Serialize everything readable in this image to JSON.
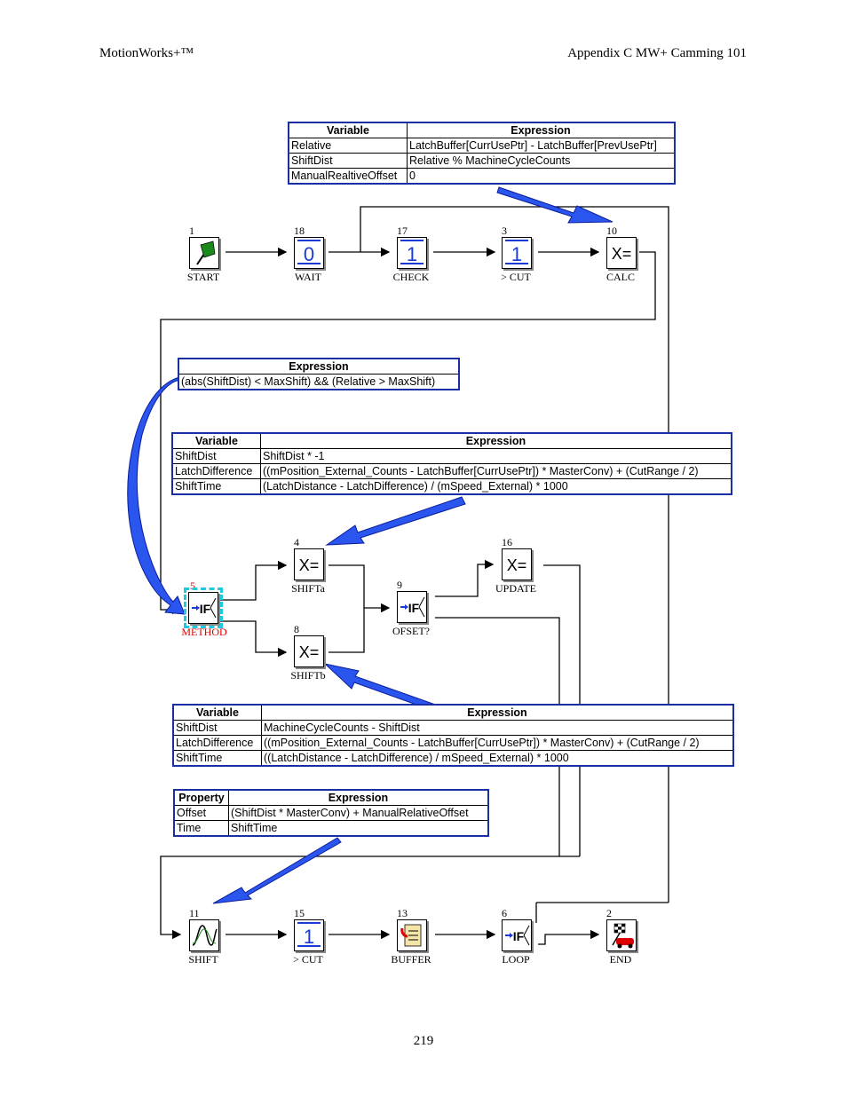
{
  "header": {
    "left": "MotionWorks+™",
    "right": "Appendix C MW+ Camming 101"
  },
  "page_number": "219",
  "table_calc": {
    "headers": [
      "Variable",
      "Expression"
    ],
    "rows": [
      [
        "Relative",
        "LatchBuffer[CurrUsePtr] - LatchBuffer[PrevUsePtr]"
      ],
      [
        "ShiftDist",
        "Relative % MachineCycleCounts"
      ],
      [
        "ManualRealtiveOffset",
        "0"
      ]
    ]
  },
  "table_method": {
    "headers": [
      "Expression"
    ],
    "rows": [
      [
        "(abs(ShiftDist) < MaxShift) && (Relative > MaxShift)"
      ]
    ]
  },
  "table_shifta": {
    "headers": [
      "Variable",
      "Expression"
    ],
    "rows": [
      [
        "ShiftDist",
        "ShiftDist * -1"
      ],
      [
        "LatchDifference",
        "((mPosition_External_Counts - LatchBuffer[CurrUsePtr]) * MasterConv) + (CutRange / 2)"
      ],
      [
        "ShiftTime",
        "(LatchDistance - LatchDifference) / (mSpeed_External) * 1000"
      ]
    ]
  },
  "table_shiftb": {
    "headers": [
      "Variable",
      "Expression"
    ],
    "rows": [
      [
        "ShiftDist",
        "MachineCycleCounts - ShiftDist"
      ],
      [
        "LatchDifference",
        "((mPosition_External_Counts - LatchBuffer[CurrUsePtr]) * MasterConv) + (CutRange / 2)"
      ],
      [
        "ShiftTime",
        "((LatchDistance - LatchDifference) / mSpeed_External) * 1000"
      ]
    ]
  },
  "table_shift": {
    "headers": [
      "Property",
      "Expression"
    ],
    "rows": [
      [
        "Offset",
        "(ShiftDist * MasterConv) + ManualRelativeOffset"
      ],
      [
        "Time",
        "ShiftTime"
      ]
    ]
  },
  "nodes": {
    "start": {
      "num": "1",
      "label": "START",
      "icon": "flag-icon"
    },
    "wait": {
      "num": "18",
      "label": "WAIT",
      "icon": "digit-zero-icon",
      "glyph": "0"
    },
    "check": {
      "num": "17",
      "label": "CHECK",
      "icon": "digit-one-icon",
      "glyph": "1"
    },
    "cut1": {
      "num": "3",
      "label": "> CUT",
      "icon": "digit-one-icon",
      "glyph": "1"
    },
    "calc": {
      "num": "10",
      "label": "CALC",
      "icon": "assign-icon",
      "glyph": "X="
    },
    "method": {
      "num": "5",
      "label": "METHOD",
      "icon": "if-branch-icon",
      "glyph": "IF",
      "color": "#e00000"
    },
    "shifta": {
      "num": "4",
      "label": "SHIFTa",
      "icon": "assign-icon",
      "glyph": "X="
    },
    "shiftb": {
      "num": "8",
      "label": "SHIFTb",
      "icon": "assign-icon",
      "glyph": "X="
    },
    "ofset": {
      "num": "9",
      "label": "OFSET?",
      "icon": "if-branch-icon",
      "glyph": "IF"
    },
    "update": {
      "num": "16",
      "label": "UPDATE",
      "icon": "assign-icon",
      "glyph": "X="
    },
    "shift": {
      "num": "11",
      "label": "SHIFT",
      "icon": "cam-wave-icon"
    },
    "cut2": {
      "num": "15",
      "label": "> CUT",
      "icon": "digit-one-icon",
      "glyph": "1"
    },
    "buffer": {
      "num": "13",
      "label": "BUFFER",
      "icon": "notepad-phone-icon"
    },
    "loop": {
      "num": "6",
      "label": "LOOP",
      "icon": "if-branch-icon",
      "glyph": "IF"
    },
    "end": {
      "num": "2",
      "label": "END",
      "icon": "checkered-flag-car-icon"
    }
  },
  "colors": {
    "table_border": "#1a2fa6",
    "arrow": "#2a55ee",
    "selected": "#22c8e0"
  }
}
